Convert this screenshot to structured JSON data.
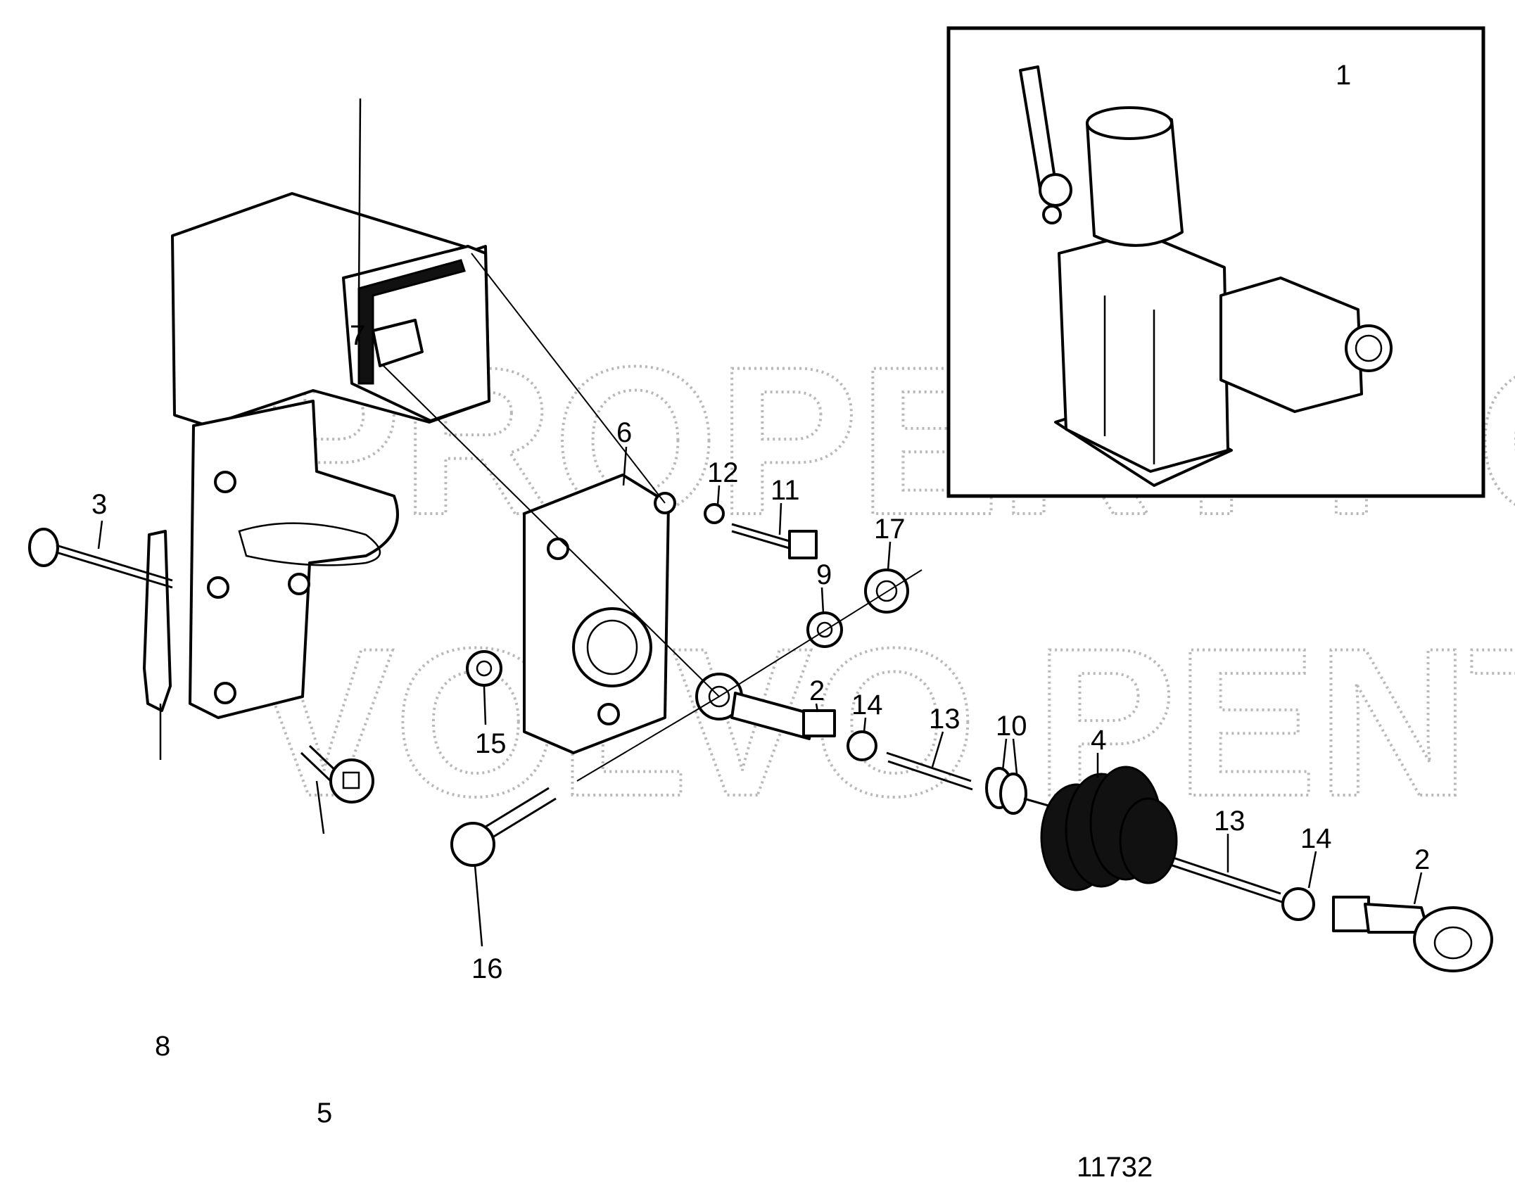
{
  "drawing_number": "11732",
  "watermark": {
    "line1": "PROPERTY OF",
    "line2": "VOLVO PENTA"
  },
  "callouts": {
    "c1": "1",
    "c2a": "2",
    "c2b": "2",
    "c3": "3",
    "c4": "4",
    "c5": "5",
    "c6": "6",
    "c7": "7",
    "c8": "8",
    "c9": "9",
    "c10": "10",
    "c11": "11",
    "c12": "12",
    "c13a": "13",
    "c13b": "13",
    "c14a": "14",
    "c14b": "14",
    "c15": "15",
    "c16": "16",
    "c17": "17"
  }
}
